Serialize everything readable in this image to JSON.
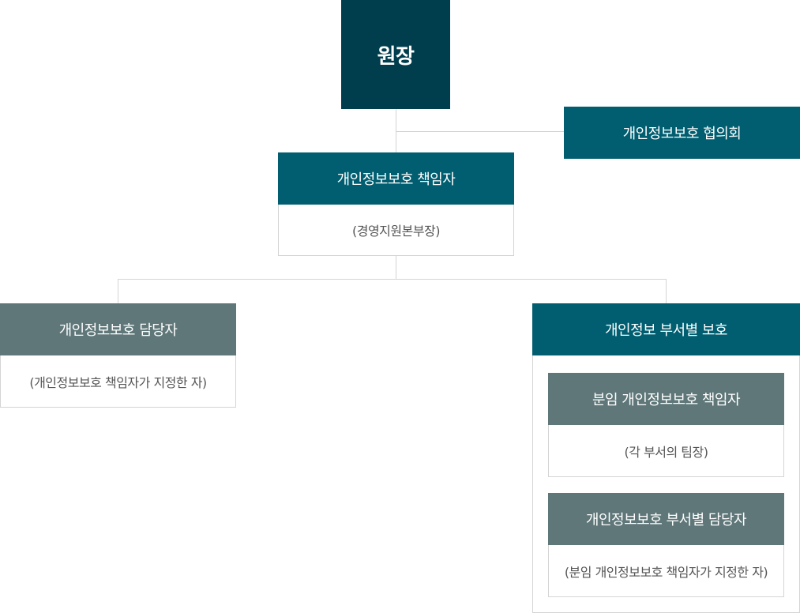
{
  "director": {
    "label": "원장"
  },
  "council": {
    "label": "개인정보보호 협의회"
  },
  "officer": {
    "label": "개인정보보호 책임자",
    "note": "(경영지원본부장)"
  },
  "manager": {
    "label": "개인정보보호 담당자",
    "note": "(개인정보보호 책임자가 지정한 자)"
  },
  "dept_protection": {
    "label": "개인정보 부서별 보호",
    "units": [
      {
        "label": "분임 개인정보보호 책임자",
        "note": "(각 부서의 팀장)"
      },
      {
        "label": "개인정보보호 부서별 담당자",
        "note": "(분임 개인정보보호 책임자가 지정한 자)"
      }
    ]
  },
  "colors": {
    "dark": "#003d4d",
    "teal": "#005e70",
    "gray": "#5f7779",
    "line": "#d4d4d4"
  }
}
